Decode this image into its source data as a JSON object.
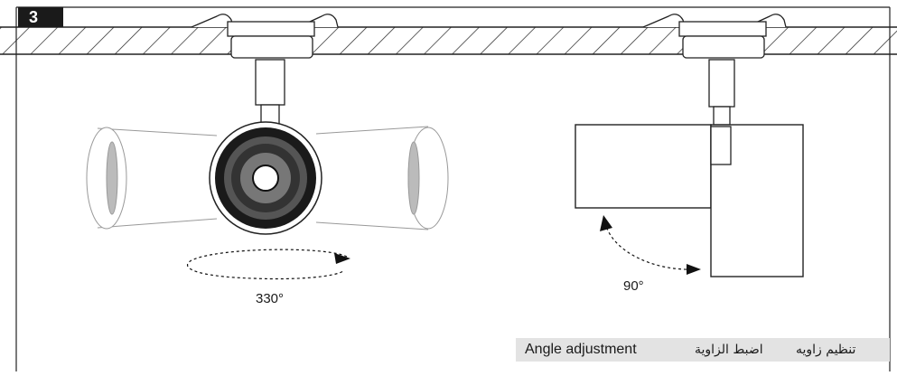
{
  "step_number": "3",
  "rotation_label": "330°",
  "tilt_label": "90°",
  "caption": {
    "english": "Angle adjustment",
    "arabic_1": "اضبط الزاوية",
    "arabic_2": "تنظيم زاويه"
  }
}
